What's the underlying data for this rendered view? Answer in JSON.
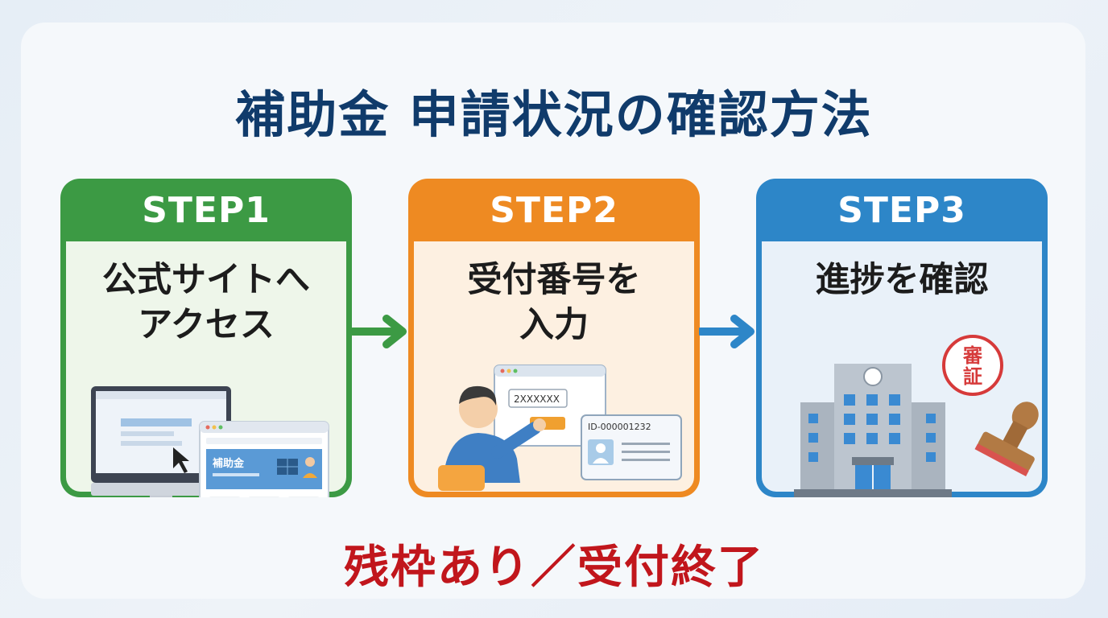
{
  "title": "補助金 申請状況の確認方法",
  "steps": [
    {
      "label": "STEP1",
      "line1": "公式サイトへ",
      "line2": "アクセス"
    },
    {
      "label": "STEP2",
      "line1": "受付番号を",
      "line2": "入力"
    },
    {
      "label": "STEP3",
      "line1": "進捗を確認",
      "line2": ""
    }
  ],
  "illustrations": {
    "site_banner": "補助金",
    "input_value": "2XXXXXX",
    "id_card": "ID-000001232",
    "stamp_top": "審",
    "stamp_bottom": "証"
  },
  "footer": "残枠あり／受付終了",
  "colors": {
    "title": "#103b6b",
    "step1": "#3c9a44",
    "step2": "#ee8a22",
    "step3": "#2d86c8",
    "footer": "#c1161c"
  }
}
